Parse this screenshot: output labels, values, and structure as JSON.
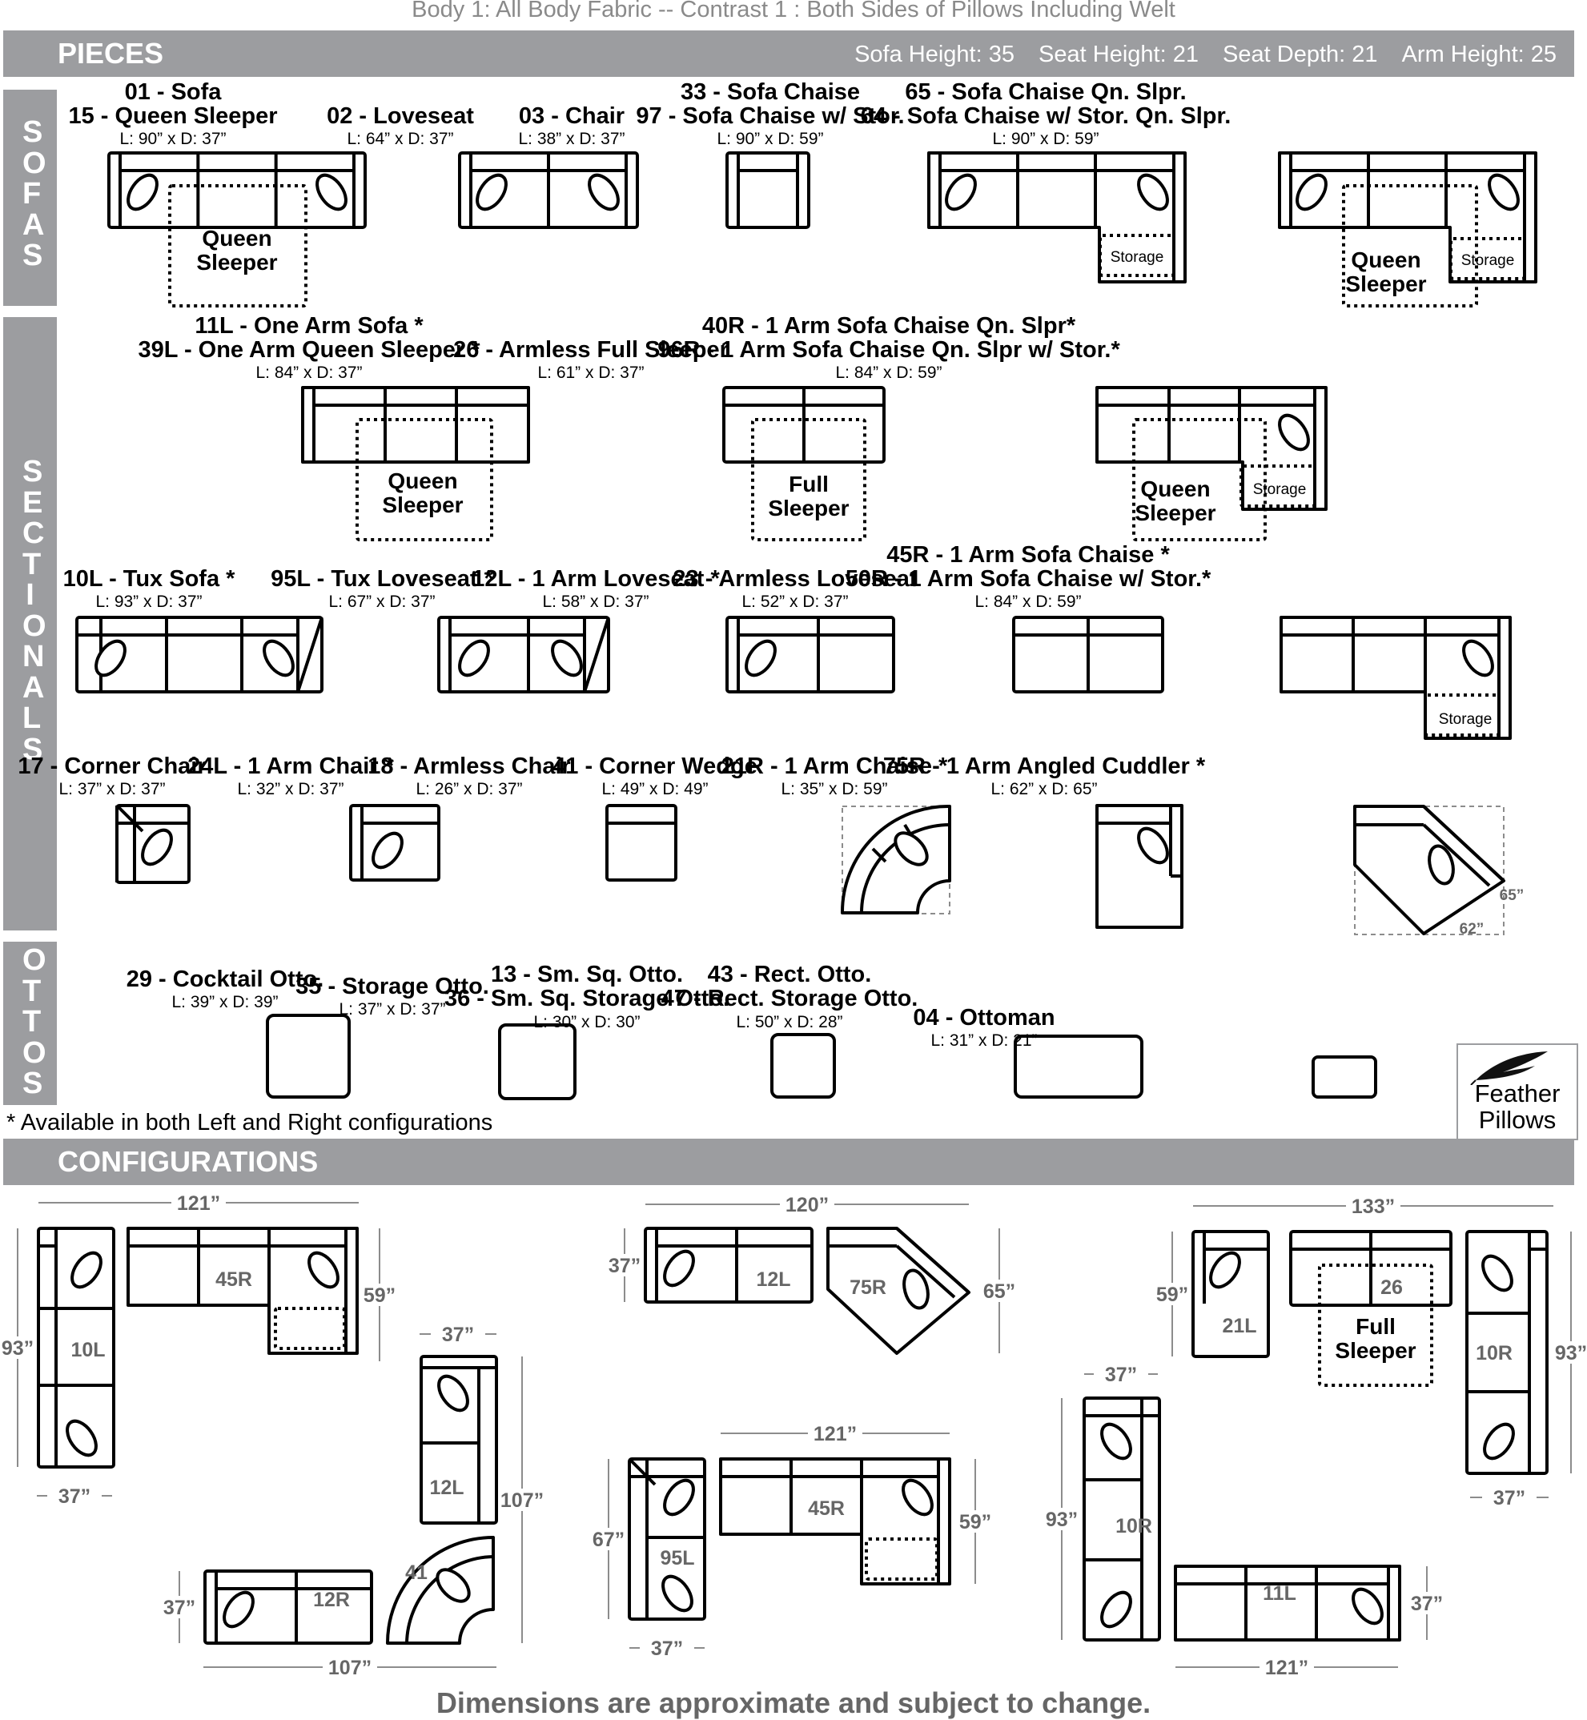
{
  "header_line": "Body 1: All Body Fabric -- Contrast 1 : Both Sides of Pillows Including Welt",
  "pieces": {
    "title": "PIECES",
    "dims": [
      "Sofa Height: 35",
      "Seat Height: 21",
      "Seat Depth: 21",
      "Arm Height: 25"
    ]
  },
  "sections": {
    "sofas": "SOFAS",
    "sectionals": "SECTIONALS",
    "ottos": "OTTOS"
  },
  "items": {
    "i01": {
      "t1": "01 - Sofa",
      "t2": "15 - Queen Sleeper",
      "dim": "L: 90” x D: 37”"
    },
    "i02": {
      "t1": "02 - Loveseat",
      "dim": "L: 64” x D: 37”"
    },
    "i03": {
      "t1": "03 - Chair",
      "dim": "L: 38” x D: 37”"
    },
    "i33": {
      "t1": "33 - Sofa Chaise",
      "t2": "97 - Sofa Chaise w/ Stor.",
      "dim": "L: 90” x D: 59”"
    },
    "i65": {
      "t1": "65 - Sofa Chaise Qn. Slpr.",
      "t2": "64 - Sofa Chaise w/ Stor. Qn. Slpr.",
      "dim": "L: 90” x D: 59”"
    },
    "i11": {
      "t1": "11L - One Arm Sofa *",
      "t2": "39L - One Arm Queen Sleeper *",
      "dim": "L: 84” x D: 37”"
    },
    "i26": {
      "t1": "26 - Armless Full Sleeper",
      "dim": "L: 61” x D: 37”"
    },
    "i40": {
      "t1": "40R - 1 Arm Sofa Chaise Qn. Slpr*",
      "t2": "96R - 1 Arm Sofa Chaise Qn. Slpr w/ Stor.*",
      "dim": "L: 84” x D: 59”"
    },
    "i10": {
      "t1": "10L - Tux Sofa *",
      "dim": "L: 93” x D: 37”"
    },
    "i95": {
      "t1": "95L - Tux Loveseat *",
      "dim": "L: 67” x D: 37”"
    },
    "i12": {
      "t1": "12L - 1 Arm Loveseat *",
      "dim": "L: 58” x D: 37”"
    },
    "i23": {
      "t1": "23 - Armless Loveseat",
      "dim": "L: 52” x D: 37”"
    },
    "i45": {
      "t1": "45R - 1 Arm Sofa Chaise *",
      "t2": "50R - 1 Arm Sofa Chaise w/ Stor.*",
      "dim": "L: 84” x D: 59”"
    },
    "i17": {
      "t1": "17 - Corner Chair",
      "dim": "L: 37” x D: 37”"
    },
    "i24": {
      "t1": "24L - 1 Arm Chair *",
      "dim": "L: 32” x D: 37”"
    },
    "i18": {
      "t1": "18 - Armless Chair",
      "dim": "L: 26” x D: 37”"
    },
    "i41": {
      "t1": "41 - Corner Wedge",
      "dim": "L: 49” x D: 49”"
    },
    "i21": {
      "t1": "21R - 1 Arm Chaise *",
      "dim": "L: 35” x D: 59”"
    },
    "i75": {
      "t1": "75R - 1 Arm Angled Cuddler *",
      "dim": "L: 62” x D: 65”"
    },
    "i29": {
      "t1": "29 - Cocktail Otto.",
      "dim": "L: 39” x D: 39”"
    },
    "i35": {
      "t1": "35 - Storage Otto.",
      "dim": "L: 37” x D: 37”"
    },
    "i13": {
      "t1": "13 - Sm. Sq. Otto.",
      "t2": "36 - Sm. Sq. Storage Otto.",
      "dim": "L: 30” x D: 30”"
    },
    "i43": {
      "t1": "43 - Rect. Otto.",
      "t2": "47 - Rect. Storage Otto.",
      "dim": "L: 50” x D: 28”"
    },
    "i04": {
      "t1": "04 - Ottoman",
      "dim": "L: 31” x D: 21”"
    }
  },
  "labels": {
    "queen": "Queen",
    "sleeper": "Sleeper",
    "full": "Full",
    "storage": "Storage",
    "d65": "65”",
    "d62": "62”"
  },
  "availability_note": "* Available in both Left and Right configurations",
  "feather": [
    "Feather",
    "Pillows"
  ],
  "configurations": {
    "title": "CONFIGURATIONS",
    "c1": {
      "w": "121”",
      "h_left": "93”",
      "h_right": "59”",
      "bottom": "37”",
      "lbl_a": "45R",
      "lbl_b": "10L"
    },
    "c2": {
      "w": "37”",
      "h": "107”",
      "bottom": "107”",
      "h_left": "37”",
      "lbl_a": "12L",
      "lbl_b": "41",
      "lbl_c": "12R"
    },
    "c3": {
      "w": "120”",
      "h_left": "37”",
      "h_right": "65”",
      "lbl_a": "12L",
      "lbl_b": "75R"
    },
    "c4": {
      "w": "121”",
      "h_left": "67”",
      "h_right": "59”",
      "bottom": "37”",
      "lbl_a": "95L",
      "lbl_b": "45R"
    },
    "c5": {
      "w": "133”",
      "h_left": "59”",
      "h_right": "93”",
      "bottom": "37”",
      "lbl_a": "21L",
      "lbl_b": "26",
      "lbl_c": "10R",
      "full": "Full",
      "sleeper": "Sleeper"
    },
    "c6": {
      "w": "37”",
      "h_left": "93”",
      "h_right": "37”",
      "bottom": "121”",
      "lbl_a": "10R",
      "lbl_b": "11L"
    }
  },
  "footer": "Dimensions are approximate and subject to change."
}
